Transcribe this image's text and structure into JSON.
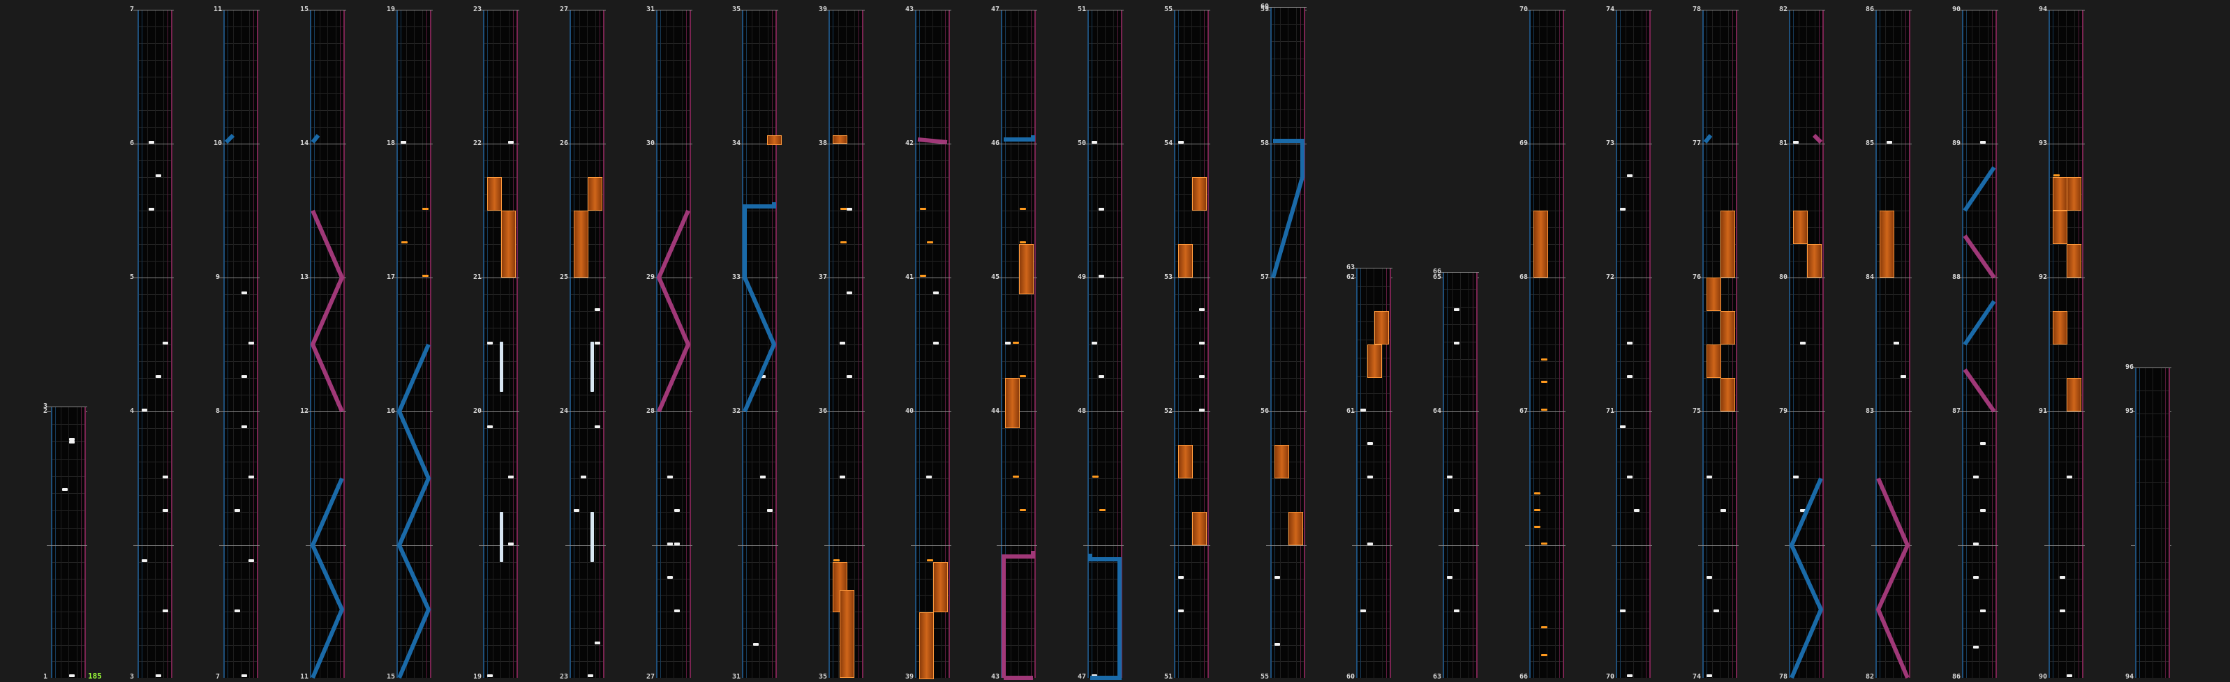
{
  "combo_counter": "185",
  "lanes": [
    {
      "n": 1,
      "col": 0,
      "row": 0
    },
    {
      "n": 2,
      "col": 0,
      "row": 1
    },
    {
      "n": 3,
      "col": 0,
      "row": 2
    },
    {
      "n": 3,
      "col": 1,
      "row": 0
    },
    {
      "n": 4,
      "col": 1,
      "row": 1
    },
    {
      "n": 5,
      "col": 1,
      "row": 2
    },
    {
      "n": 6,
      "col": 1,
      "row": 3
    },
    {
      "n": 7,
      "col": 1,
      "row": 4
    },
    {
      "n": 7,
      "col": 2,
      "row": 0
    },
    {
      "n": 8,
      "col": 2,
      "row": 1
    },
    {
      "n": 9,
      "col": 2,
      "row": 2
    },
    {
      "n": 10,
      "col": 2,
      "row": 3
    },
    {
      "n": 11,
      "col": 2,
      "row": 4
    },
    {
      "n": 11,
      "col": 3,
      "row": 0
    },
    {
      "n": 12,
      "col": 3,
      "row": 1
    },
    {
      "n": 13,
      "col": 3,
      "row": 2
    },
    {
      "n": 14,
      "col": 3,
      "row": 3
    },
    {
      "n": 15,
      "col": 3,
      "row": 4
    },
    {
      "n": 15,
      "col": 4,
      "row": 0
    },
    {
      "n": 16,
      "col": 4,
      "row": 1
    },
    {
      "n": 17,
      "col": 4,
      "row": 2
    },
    {
      "n": 18,
      "col": 4,
      "row": 3
    },
    {
      "n": 19,
      "col": 4,
      "row": 4
    },
    {
      "n": 19,
      "col": 5,
      "row": 0
    },
    {
      "n": 20,
      "col": 5,
      "row": 1
    },
    {
      "n": 21,
      "col": 5,
      "row": 2
    },
    {
      "n": 22,
      "col": 5,
      "row": 3
    },
    {
      "n": 23,
      "col": 5,
      "row": 4
    },
    {
      "n": 23,
      "col": 6,
      "row": 0
    },
    {
      "n": 24,
      "col": 6,
      "row": 1
    },
    {
      "n": 25,
      "col": 6,
      "row": 2
    },
    {
      "n": 26,
      "col": 6,
      "row": 3
    },
    {
      "n": 27,
      "col": 6,
      "row": 4
    },
    {
      "n": 27,
      "col": 7,
      "row": 0
    },
    {
      "n": 28,
      "col": 7,
      "row": 1
    },
    {
      "n": 29,
      "col": 7,
      "row": 2
    },
    {
      "n": 30,
      "col": 7,
      "row": 3
    },
    {
      "n": 31,
      "col": 7,
      "row": 4
    },
    {
      "n": 31,
      "col": 8,
      "row": 0
    },
    {
      "n": 32,
      "col": 8,
      "row": 1
    },
    {
      "n": 33,
      "col": 8,
      "row": 2
    },
    {
      "n": 34,
      "col": 8,
      "row": 3
    },
    {
      "n": 35,
      "col": 8,
      "row": 4
    },
    {
      "n": 35,
      "col": 9,
      "row": 0
    },
    {
      "n": 36,
      "col": 9,
      "row": 1
    },
    {
      "n": 37,
      "col": 9,
      "row": 2
    },
    {
      "n": 38,
      "col": 9,
      "row": 3
    },
    {
      "n": 39,
      "col": 9,
      "row": 4
    },
    {
      "n": 39,
      "col": 10,
      "row": 0
    },
    {
      "n": 40,
      "col": 10,
      "row": 1
    },
    {
      "n": 41,
      "col": 10,
      "row": 2
    },
    {
      "n": 42,
      "col": 10,
      "row": 3
    },
    {
      "n": 43,
      "col": 10,
      "row": 4
    },
    {
      "n": 43,
      "col": 11,
      "row": 0
    },
    {
      "n": 44,
      "col": 11,
      "row": 1
    },
    {
      "n": 45,
      "col": 11,
      "row": 2
    },
    {
      "n": 46,
      "col": 11,
      "row": 3
    },
    {
      "n": 47,
      "col": 11,
      "row": 4
    },
    {
      "n": 47,
      "col": 12,
      "row": 0
    },
    {
      "n": 48,
      "col": 12,
      "row": 1
    },
    {
      "n": 49,
      "col": 12,
      "row": 2
    },
    {
      "n": 50,
      "col": 12,
      "row": 3
    },
    {
      "n": 51,
      "col": 12,
      "row": 4
    },
    {
      "n": 51,
      "col": 13,
      "row": 0
    },
    {
      "n": 52,
      "col": 13,
      "row": 1
    },
    {
      "n": 53,
      "col": 13,
      "row": 2
    },
    {
      "n": 54,
      "col": 13,
      "row": 3
    },
    {
      "n": 55,
      "col": 13,
      "row": 4
    },
    {
      "n": 55,
      "col": 14,
      "row": 0
    },
    {
      "n": 56,
      "col": 14,
      "row": 1
    },
    {
      "n": 57,
      "col": 14,
      "row": 2
    },
    {
      "n": 58,
      "col": 14,
      "row": 3
    },
    {
      "n": 59,
      "col": 14,
      "row": 4
    },
    {
      "n": 60,
      "col": 14,
      "row": 5
    },
    {
      "n": 60,
      "col": 15,
      "row": 0
    },
    {
      "n": 61,
      "col": 15,
      "row": 1
    },
    {
      "n": 62,
      "col": 15,
      "row": 2
    },
    {
      "n": 63,
      "col": 15,
      "row": 3
    },
    {
      "n": 63,
      "col": 16,
      "row": 0
    },
    {
      "n": 64,
      "col": 16,
      "row": 1
    },
    {
      "n": 65,
      "col": 16,
      "row": 2
    },
    {
      "n": 66,
      "col": 16,
      "row": 3
    },
    {
      "n": 66,
      "col": 17,
      "row": 0
    },
    {
      "n": 67,
      "col": 17,
      "row": 1
    },
    {
      "n": 68,
      "col": 17,
      "row": 2
    },
    {
      "n": 69,
      "col": 17,
      "row": 3
    },
    {
      "n": 70,
      "col": 17,
      "row": 4
    },
    {
      "n": 70,
      "col": 18,
      "row": 0
    },
    {
      "n": 71,
      "col": 18,
      "row": 1
    },
    {
      "n": 72,
      "col": 18,
      "row": 2
    },
    {
      "n": 73,
      "col": 18,
      "row": 3
    },
    {
      "n": 74,
      "col": 18,
      "row": 4
    },
    {
      "n": 74,
      "col": 19,
      "row": 0
    },
    {
      "n": 75,
      "col": 19,
      "row": 1
    },
    {
      "n": 76,
      "col": 19,
      "row": 2
    },
    {
      "n": 77,
      "col": 19,
      "row": 3
    },
    {
      "n": 78,
      "col": 19,
      "row": 4
    },
    {
      "n": 78,
      "col": 20,
      "row": 0
    },
    {
      "n": 79,
      "col": 20,
      "row": 1
    },
    {
      "n": 80,
      "col": 20,
      "row": 2
    },
    {
      "n": 81,
      "col": 20,
      "row": 3
    },
    {
      "n": 82,
      "col": 20,
      "row": 4
    },
    {
      "n": 82,
      "col": 21,
      "row": 0
    },
    {
      "n": 83,
      "col": 21,
      "row": 1
    },
    {
      "n": 84,
      "col": 21,
      "row": 2
    },
    {
      "n": 85,
      "col": 21,
      "row": 3
    },
    {
      "n": 86,
      "col": 21,
      "row": 4
    },
    {
      "n": 86,
      "col": 22,
      "row": 0
    },
    {
      "n": 87,
      "col": 22,
      "row": 1
    },
    {
      "n": 88,
      "col": 22,
      "row": 2
    },
    {
      "n": 89,
      "col": 22,
      "row": 3
    },
    {
      "n": 90,
      "col": 22,
      "row": 4
    },
    {
      "n": 90,
      "col": 23,
      "row": 0
    },
    {
      "n": 91,
      "col": 23,
      "row": 1
    },
    {
      "n": 92,
      "col": 23,
      "row": 2
    },
    {
      "n": 93,
      "col": 23,
      "row": 3
    },
    {
      "n": 94,
      "col": 23,
      "row": 4
    },
    {
      "n": 94,
      "col": 24,
      "row": 0
    },
    {
      "n": 95,
      "col": 24,
      "row": 1
    },
    {
      "n": 96,
      "col": 24,
      "row": 2
    }
  ],
  "colors": {
    "background": "#1b1b1b",
    "lane": "#050505",
    "tap_note": "#f2f2f2",
    "orange_note": "#ff9a1e",
    "left_rail": "#1a6aa8",
    "right_rail": "#a03878",
    "combo": "#9cff3a"
  }
}
